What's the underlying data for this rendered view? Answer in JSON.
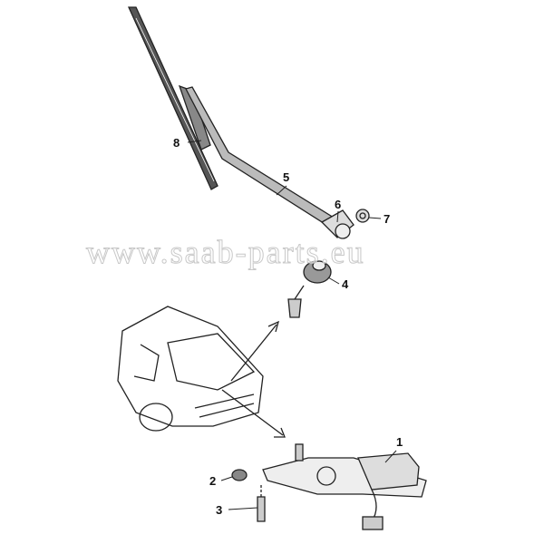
{
  "diagram": {
    "part_labels": [
      "1",
      "2",
      "3",
      "4",
      "5",
      "6",
      "7",
      "8"
    ],
    "watermark": "www.saab-parts.eu",
    "colors": {
      "line": "#222222",
      "watermark": "#c8c8c8"
    }
  }
}
